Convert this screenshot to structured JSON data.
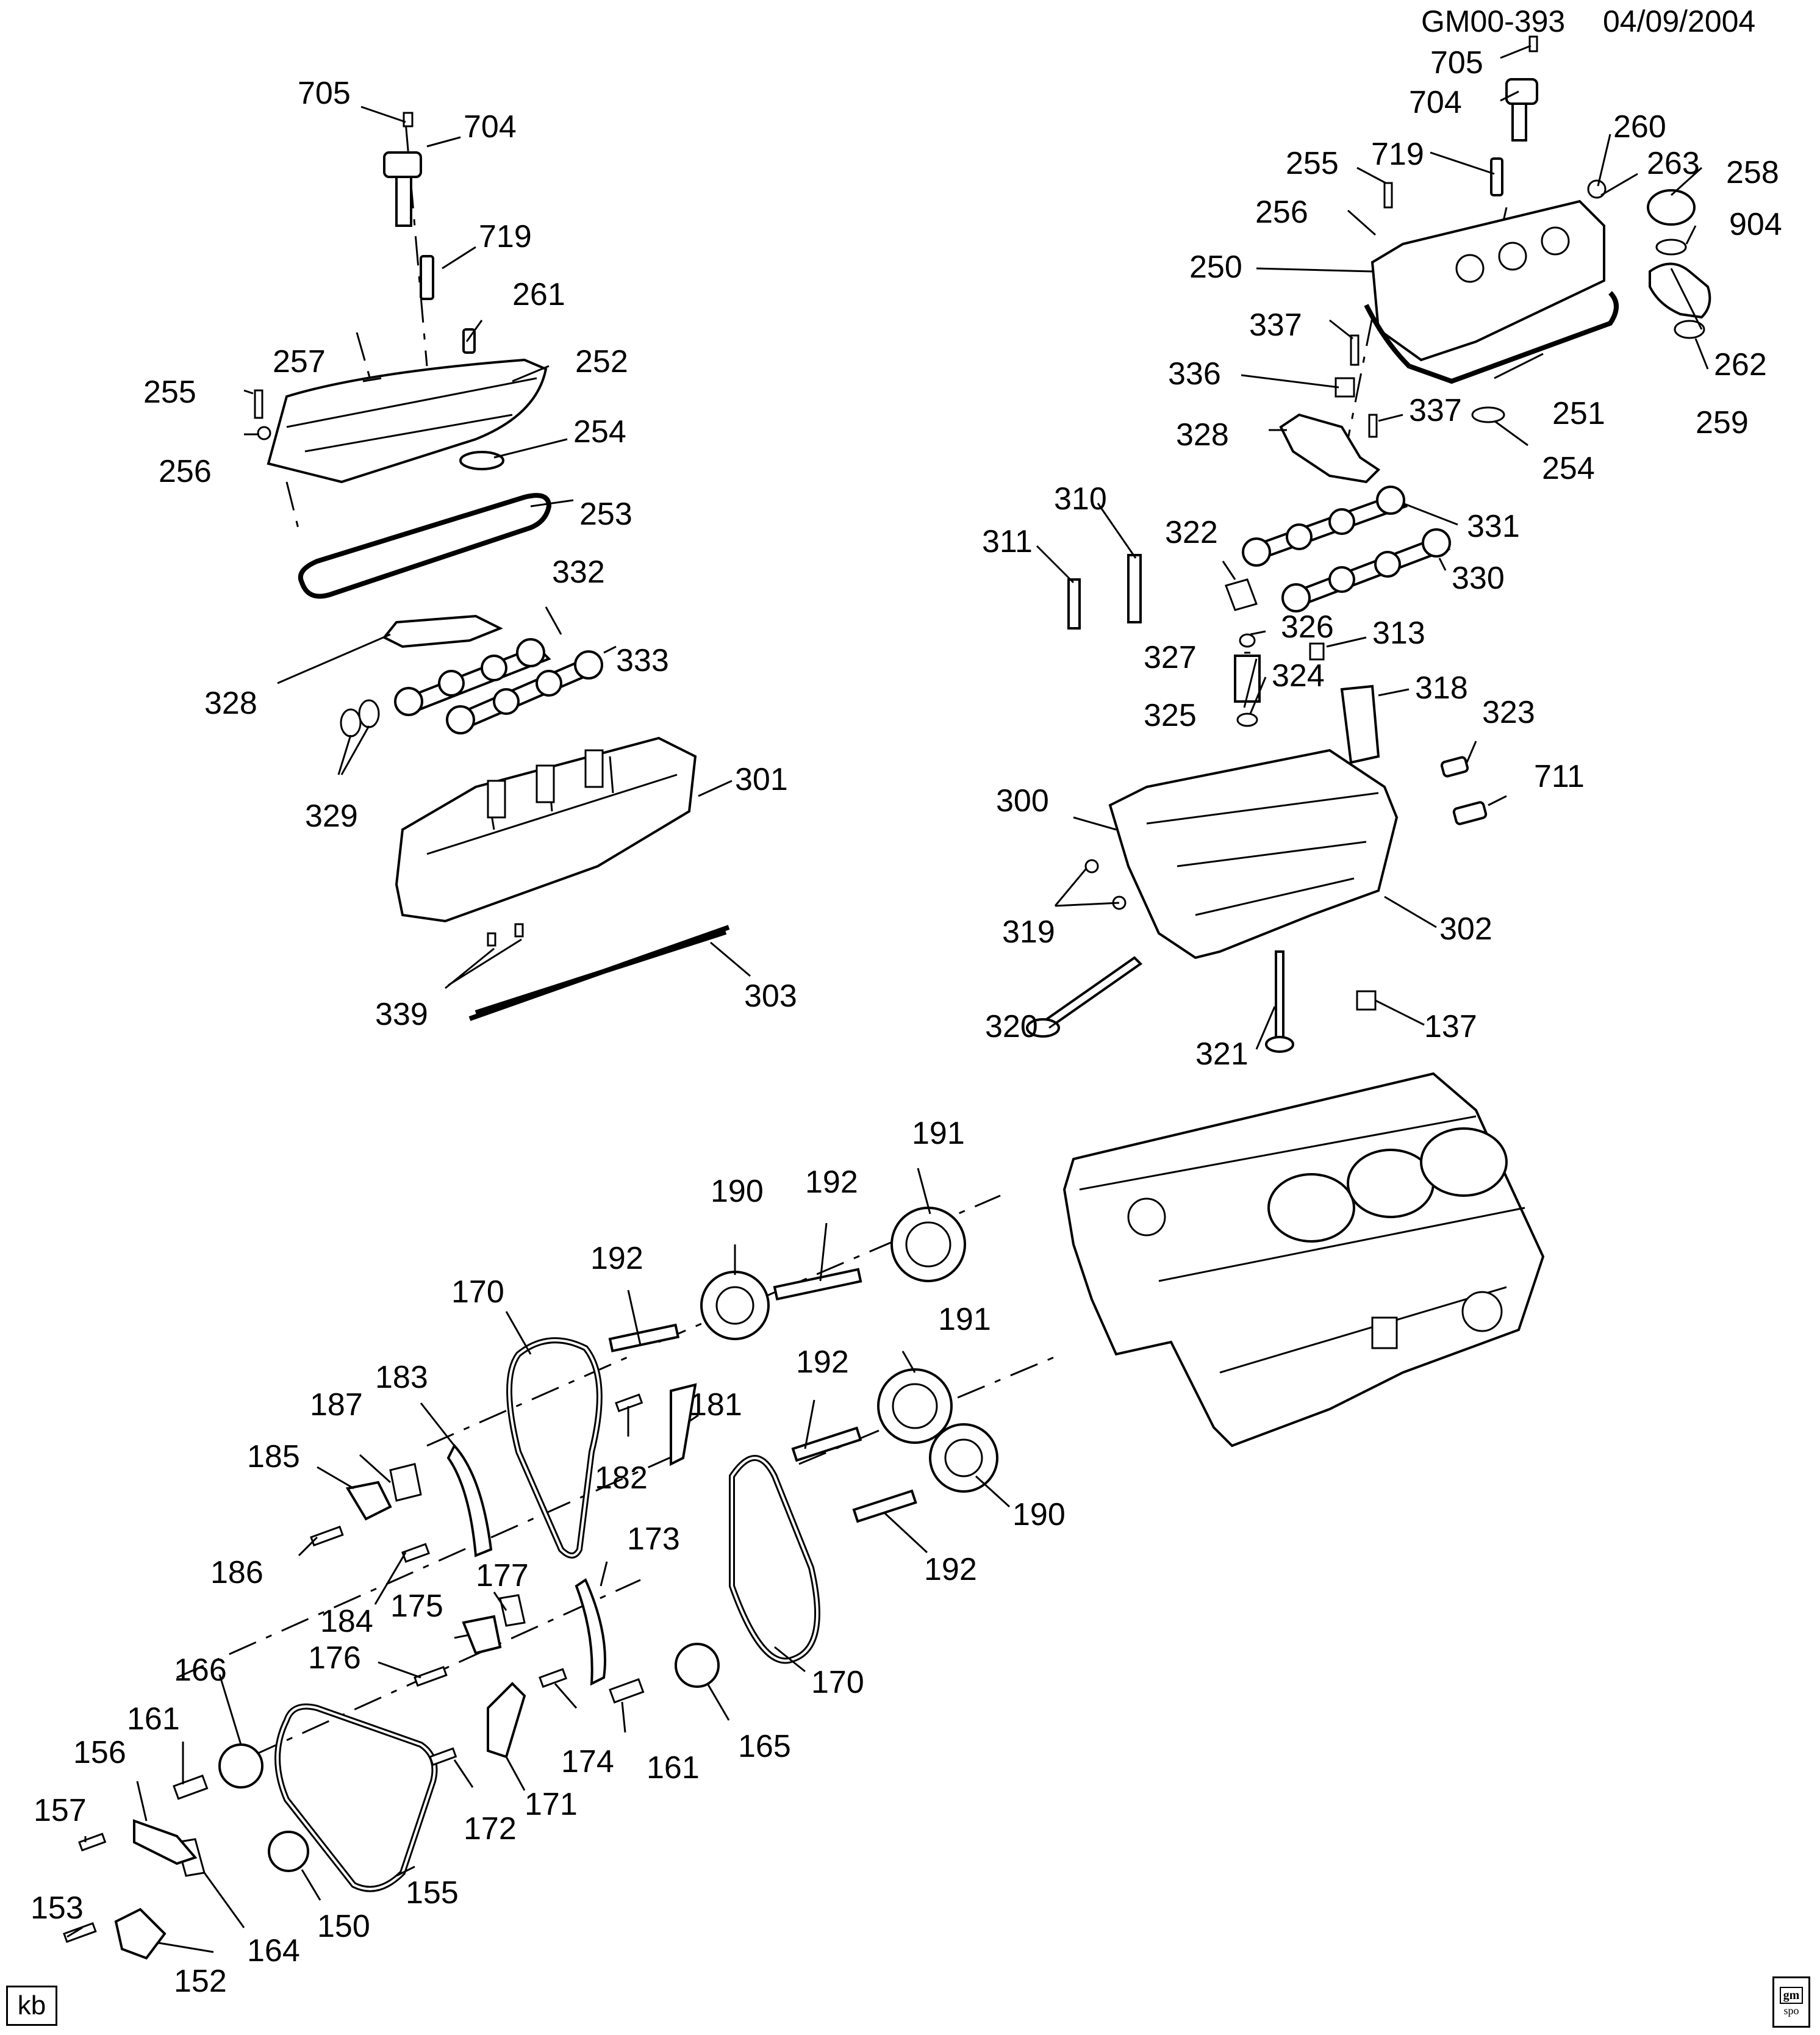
{
  "header": {
    "diagram_id": "GM00-393",
    "date": "04/09/2004"
  },
  "footer": {
    "artist_initials": "kb",
    "logo_top": "gm",
    "logo_bottom": "spo"
  },
  "callouts": [
    "705",
    "704",
    "719",
    "261",
    "257",
    "252",
    "255",
    "256",
    "254",
    "253",
    "332",
    "333",
    "328",
    "329",
    "301",
    "339",
    "303",
    "705",
    "704",
    "255",
    "719",
    "260",
    "263",
    "258",
    "256",
    "904",
    "250",
    "262",
    "337",
    "251",
    "259",
    "336",
    "337",
    "328",
    "254",
    "310",
    "311",
    "322",
    "331",
    "330",
    "326",
    "327",
    "313",
    "324",
    "318",
    "325",
    "323",
    "300",
    "711",
    "319",
    "302",
    "320",
    "137",
    "321",
    "191",
    "190",
    "192",
    "192",
    "170",
    "192",
    "191",
    "183",
    "187",
    "181",
    "185",
    "182",
    "190",
    "186",
    "192",
    "177",
    "173",
    "184",
    "175",
    "176",
    "166",
    "170",
    "161",
    "174",
    "161",
    "165",
    "156",
    "171",
    "172",
    "157",
    "155",
    "153",
    "150",
    "164",
    "152"
  ]
}
